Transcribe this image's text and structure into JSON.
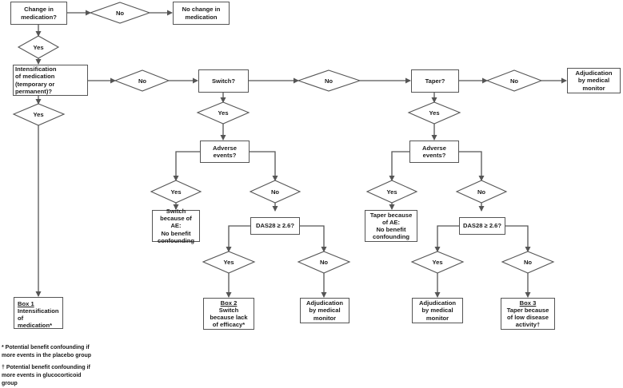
{
  "diagram": {
    "boxes": {
      "change": "Change in\nmedication?",
      "no_change": "No change in\nmedication",
      "intensification_q": "Intensification\nof medication\n(temporary or\npermanent)?",
      "switch_q": "Switch?",
      "taper_q": "Taper?",
      "adjudication_top": "Adjudication\nby medical\nmonitor",
      "switch_ae_q": "Adverse\nevents?",
      "taper_ae_q": "Adverse\nevents?",
      "switch_ae_yes": "Switch\nbecause of AE:\nNo benefit\nconfounding",
      "taper_ae_yes": "Taper because\nof AE:\nNo benefit\nconfounding",
      "switch_das": "DAS28 ≥ 2.6?",
      "taper_das": "DAS28 ≥ 2.6?",
      "box1_title": "Box 1",
      "box1_text": "Intensification\nof\nmedication*",
      "box2_title": "Box 2",
      "box2_text": "Switch\nbecause lack\nof efficacy*",
      "switch_das_no": "Adjudication\nby medical\nmonitor",
      "taper_das_yes": "Adjudication\nby medical\nmonitor",
      "box3_title": "Box 3",
      "box3_text": "Taper because\nof low disease\nactivity†"
    },
    "decisions": {
      "yes": "Yes",
      "no": "No"
    },
    "footnotes": [
      "* Potential benefit confounding if more events in the placebo group",
      "† Potential benefit confounding if more events in glucocorticoid group"
    ]
  }
}
